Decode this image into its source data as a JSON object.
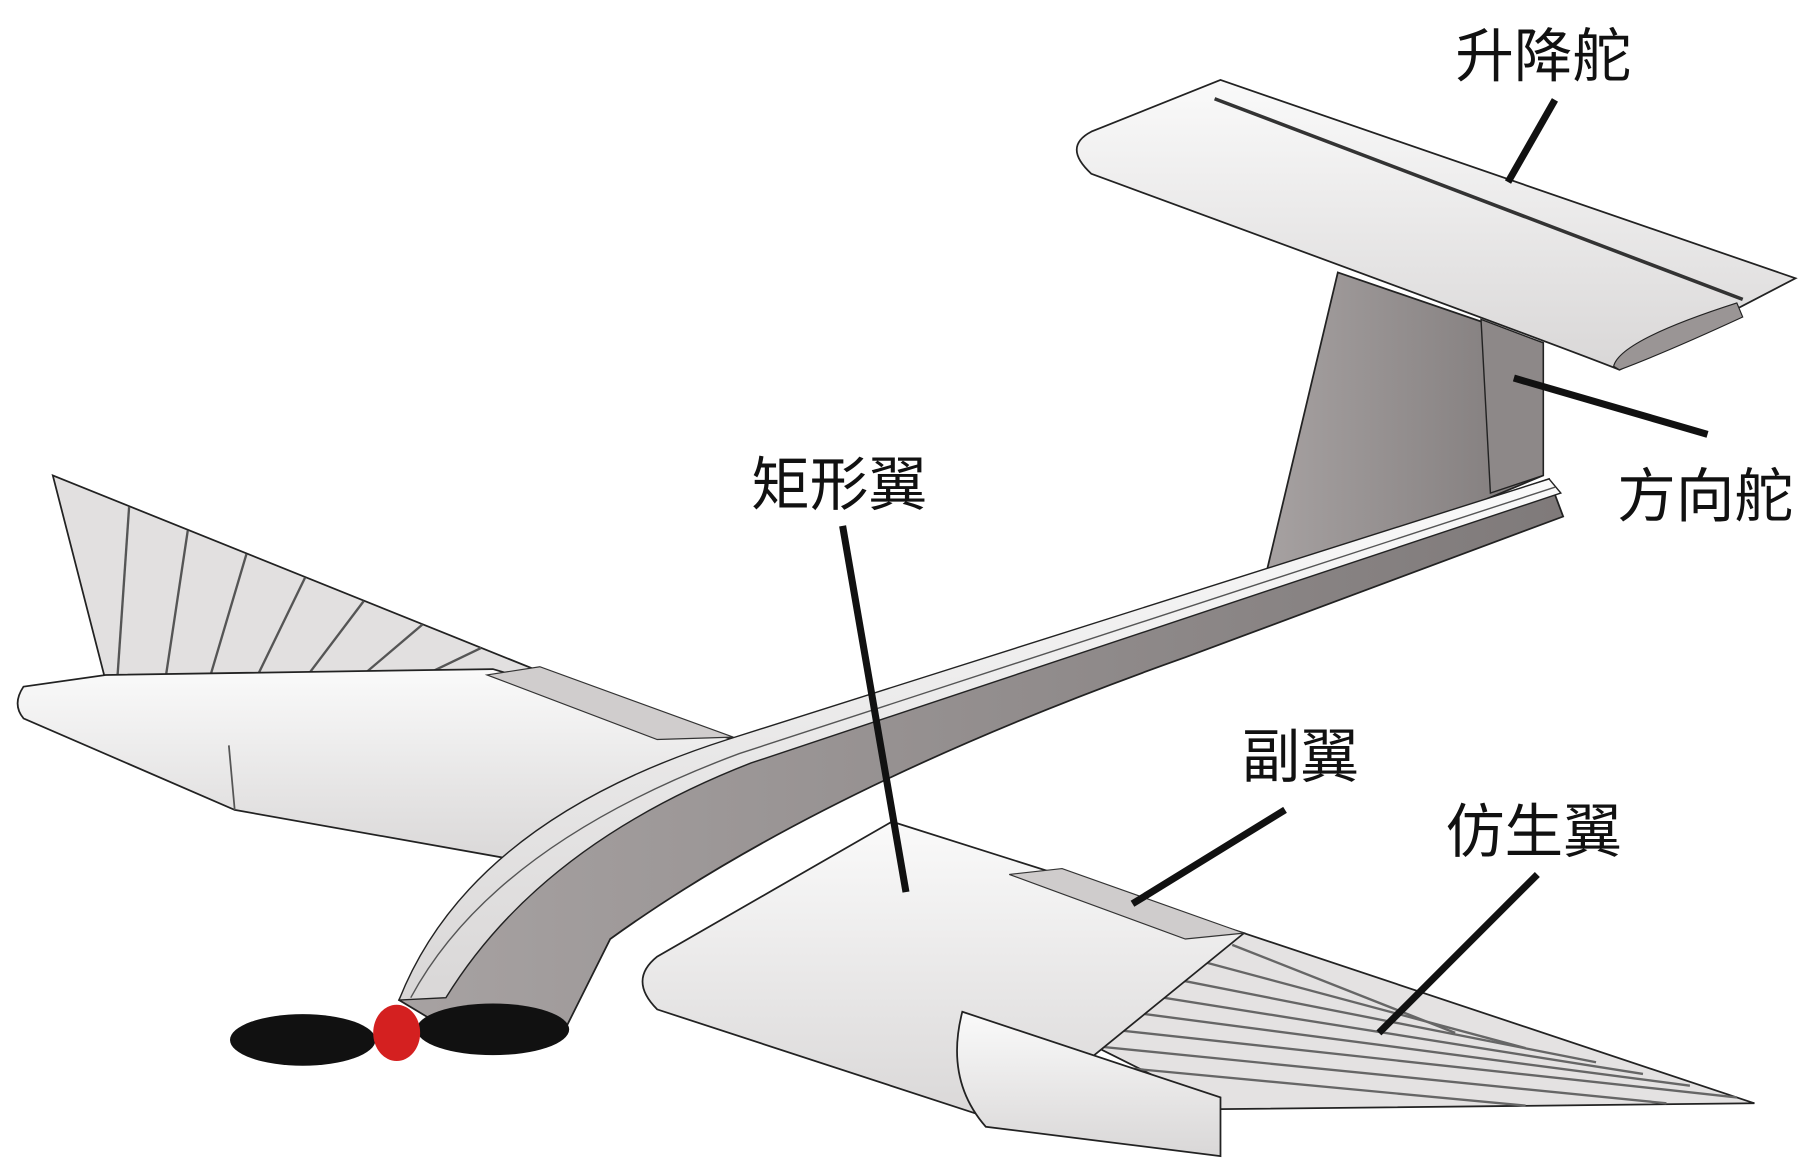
{
  "labels": {
    "elevator": "升降舵",
    "rudder": "方向舵",
    "rectangular_wing": "矩形翼",
    "aileron": "副翼",
    "bionic_wing": "仿生翼"
  },
  "colors": {
    "surface_light": "#eeeeee",
    "surface_shadow": "#8a8585",
    "outline": "#222222",
    "spinner": "#d42020",
    "propeller": "#111111",
    "leader_line": "#111111"
  }
}
